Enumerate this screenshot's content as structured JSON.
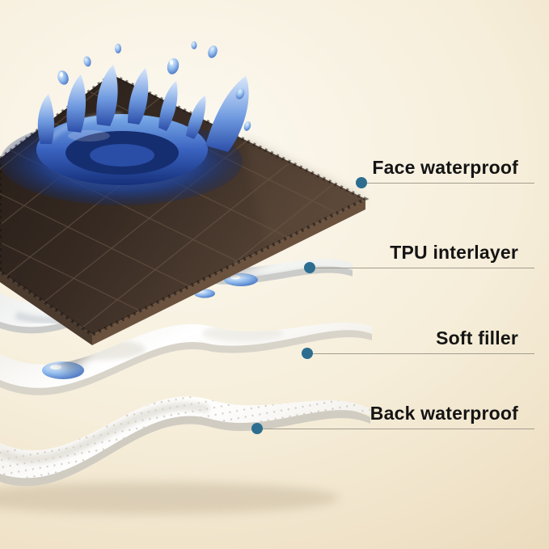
{
  "diagram": {
    "title": "",
    "labels": [
      {
        "id": "face-waterproof",
        "text": "Face waterproof"
      },
      {
        "id": "tpu-interlayer",
        "text": "TPU interlayer"
      },
      {
        "id": "soft-filler",
        "text": "Soft filler"
      },
      {
        "id": "back-waterproof",
        "text": "Back waterproof"
      }
    ],
    "layers": [
      {
        "name": "face-waterproof-layer"
      },
      {
        "name": "tpu-interlayer-layer"
      },
      {
        "name": "soft-filler-layer"
      },
      {
        "name": "back-waterproof-layer"
      }
    ]
  },
  "colors": {
    "background_center": "#fcf9f1",
    "background_edge": "#ead9ba",
    "accent_dot": "#2d6e90",
    "leader_line": "#a39d8f",
    "label_text": "#141414",
    "face_layer": "#3a2d24",
    "tpu_layer": "#eef0ef",
    "soft_filler_layer": "#fdfdfb",
    "back_layer": "#f8f7f2",
    "water": "#2b56b0"
  },
  "icons": {
    "water_splash": "water-splash-icon",
    "water_droplet": "water-droplet-icon",
    "leader_dot": "leader-dot"
  }
}
